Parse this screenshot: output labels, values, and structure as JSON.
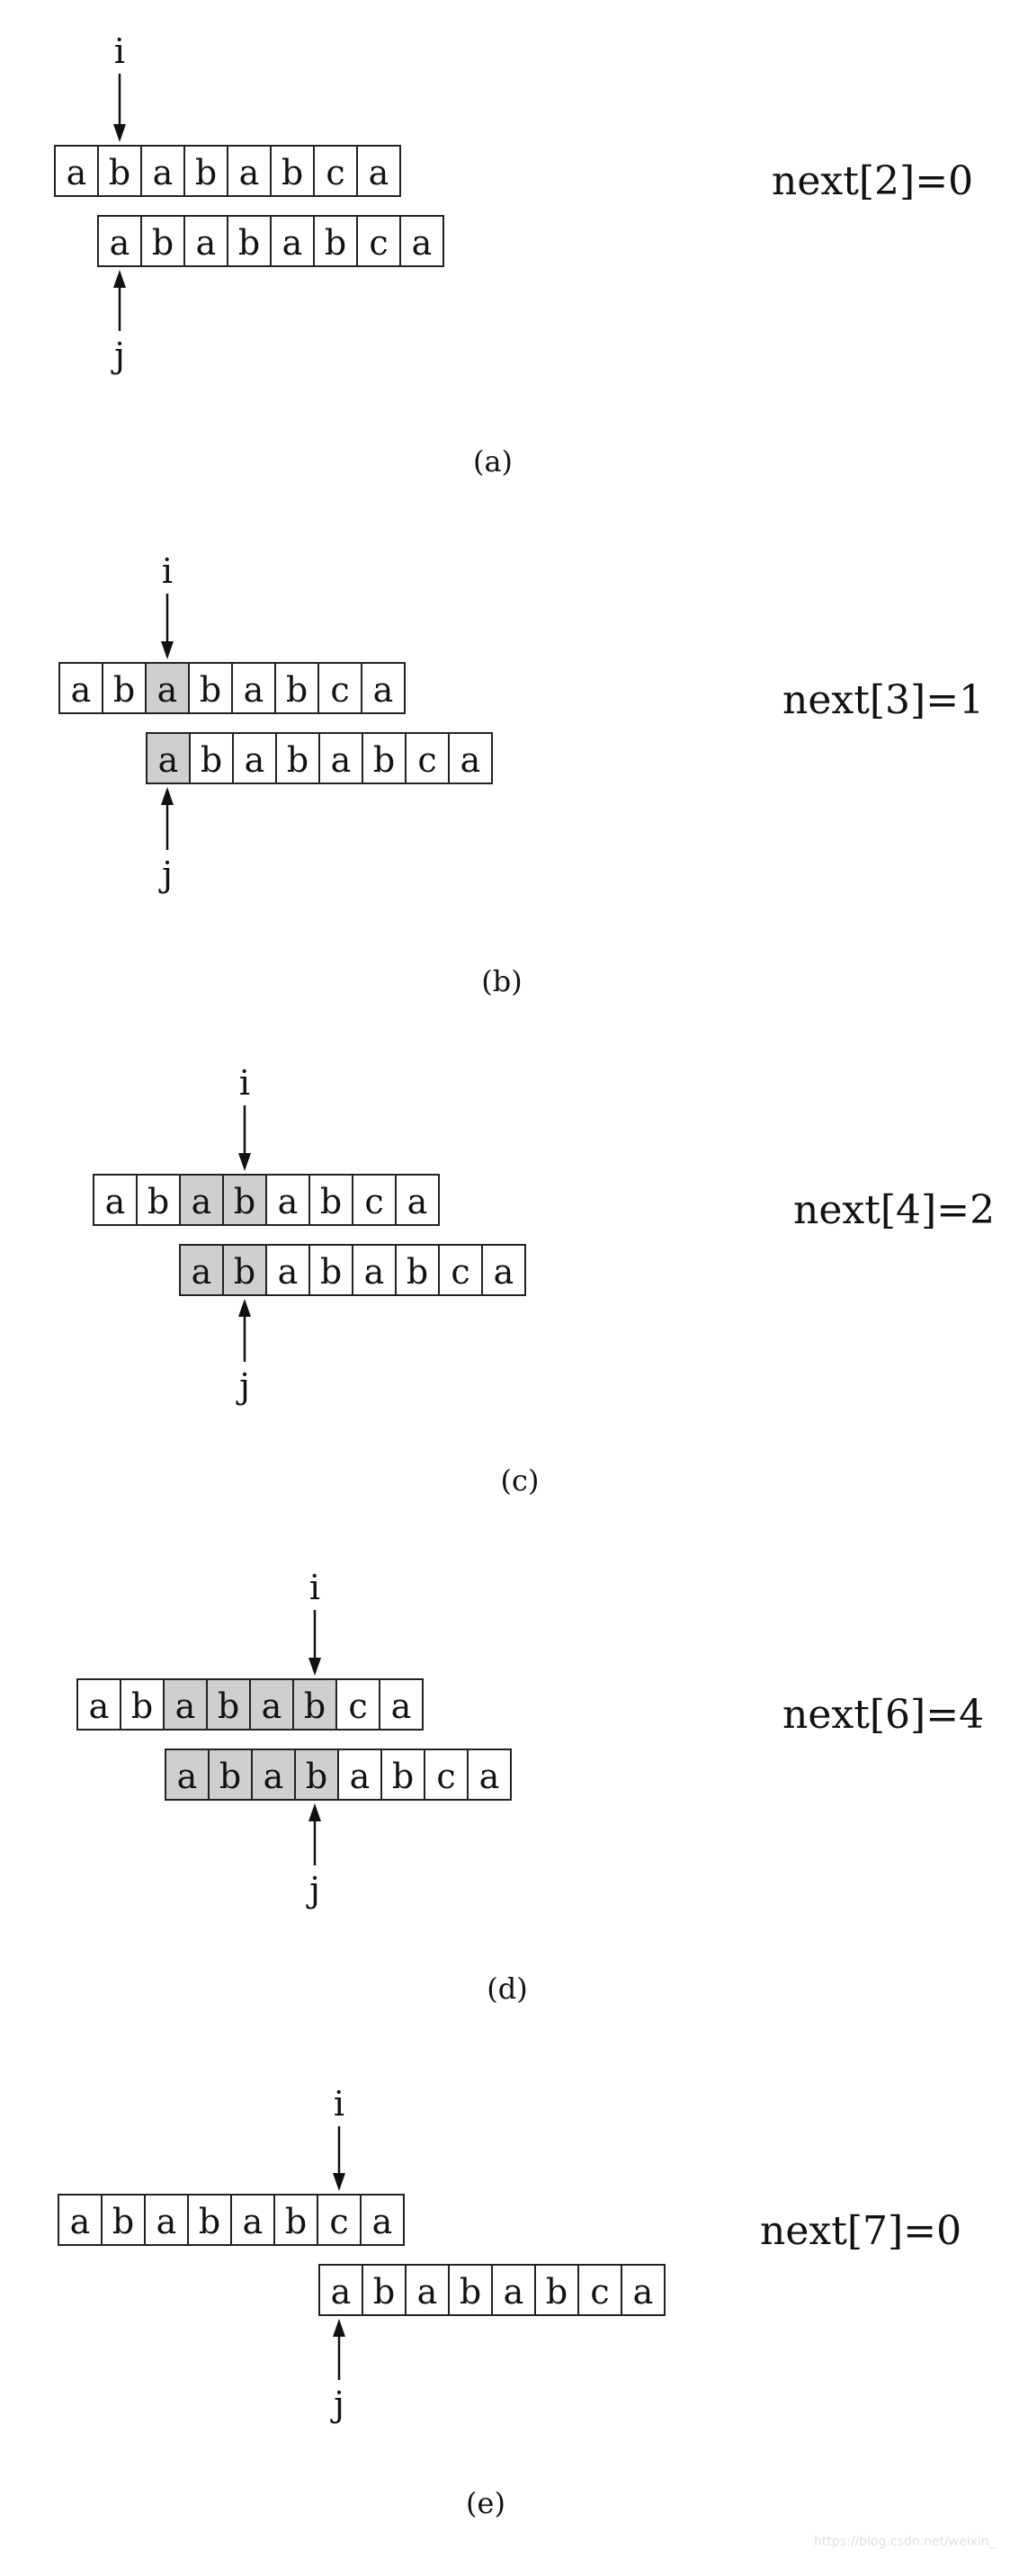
{
  "pattern": [
    "a",
    "b",
    "a",
    "b",
    "a",
    "b",
    "c",
    "a"
  ],
  "pointer_labels": {
    "top": "i",
    "bottom": "j"
  },
  "panels": [
    {
      "caption": "(a)",
      "result": "next[2]=0",
      "match_len": 0
    },
    {
      "caption": "(b)",
      "result": "next[3]=1",
      "match_len": 1
    },
    {
      "caption": "(c)",
      "result": "next[4]=2",
      "match_len": 2
    },
    {
      "caption": "(d)",
      "result": "next[6]=4",
      "match_len": 4
    },
    {
      "caption": "(e)",
      "result": "next[7]=0",
      "match_len": 0
    }
  ],
  "colors": {
    "highlight": "#cfcfcf",
    "border": "#222222",
    "text": "#111111"
  },
  "watermark": "https://blog.csdn.net/weixin_"
}
